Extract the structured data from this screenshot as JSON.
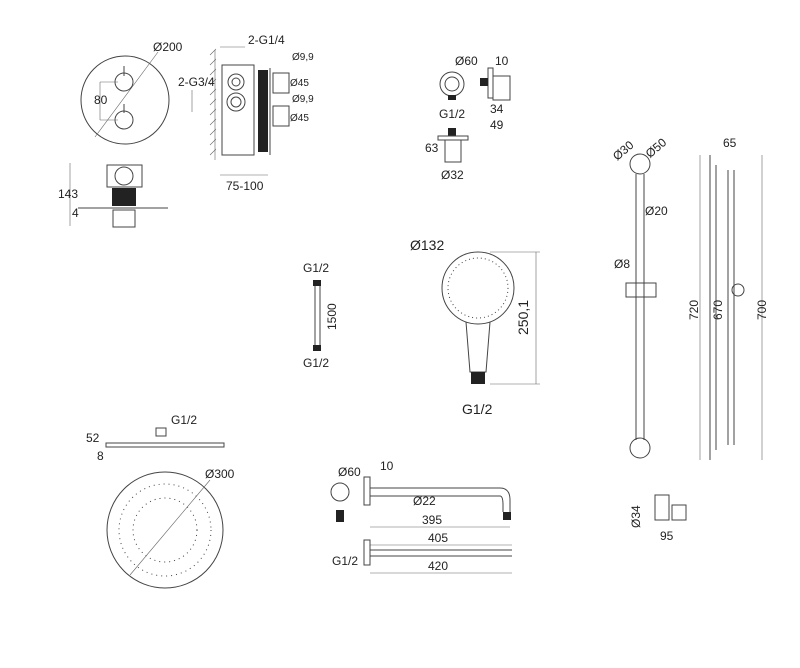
{
  "thermostat": {
    "diameter": "Ø200",
    "spacing": "80",
    "inlet_top": "2-G1/4",
    "inlet_side": "2-G3/4",
    "spindle1": "Ø9,9",
    "knob1": "Ø45",
    "spindle2": "Ø9,9",
    "knob2": "Ø45",
    "depth": "75-100",
    "height": "143",
    "plate": "4"
  },
  "wall_outlet": {
    "diameter": "Ø60",
    "plate": "10",
    "thread": "G1/2",
    "depth1": "34",
    "depth2": "49",
    "height": "63",
    "body": "Ø32"
  },
  "rail": {
    "bracket_inner": "Ø30",
    "bracket_outer": "Ø50",
    "offset": "65",
    "tube": "Ø20",
    "holder": "Ø8",
    "total": "720",
    "centers": "670",
    "rail_len": "700",
    "holder_d": "Ø34",
    "holder_w": "95"
  },
  "hose": {
    "thread_top": "G1/2",
    "length": "1500",
    "thread_bottom": "G1/2"
  },
  "hand_shower": {
    "head": "Ø132",
    "length": "250,1",
    "thread": "G1/2"
  },
  "overhead": {
    "thread": "G1/2",
    "height": "52",
    "thickness": "8",
    "diameter": "Ø300"
  },
  "arm": {
    "flange": "Ø60",
    "plate": "10",
    "tube": "Ø22",
    "reach1": "395",
    "reach2": "405",
    "thread": "G1/2",
    "reach3": "420"
  },
  "colors": {
    "line": "#444444",
    "fill": "#222222"
  }
}
